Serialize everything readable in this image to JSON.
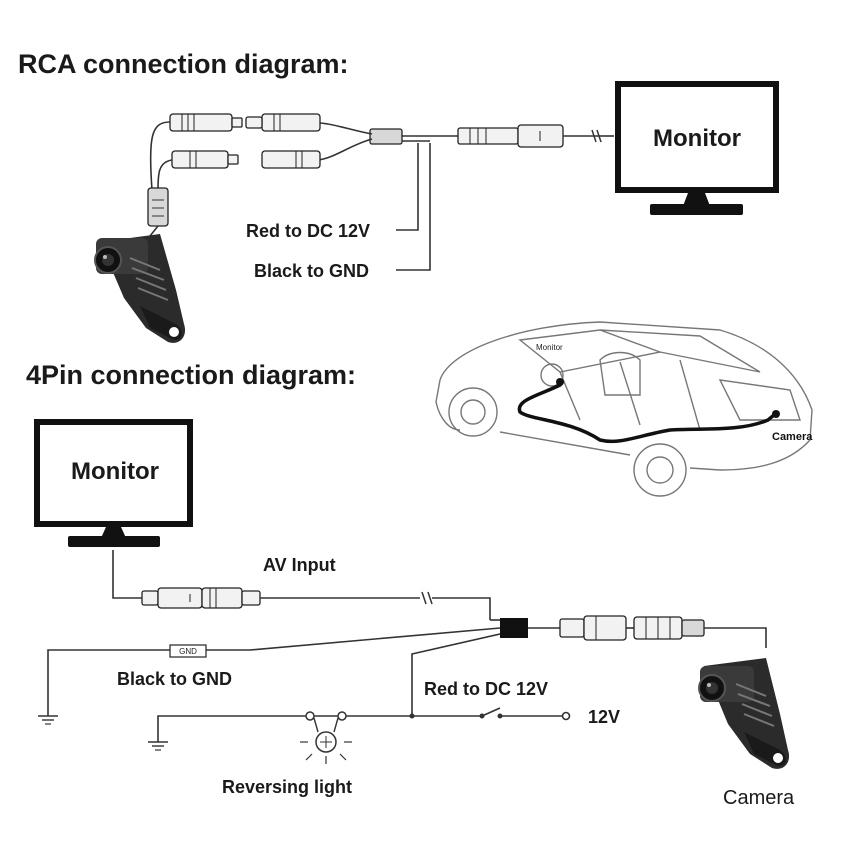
{
  "rca": {
    "title": "RCA  connection diagram:",
    "monitor_label": "Monitor",
    "red_label": "Red to DC 12V",
    "black_label": "Black to GND"
  },
  "car": {
    "monitor_label": "Monitor",
    "camera_label": "Camera"
  },
  "pin4": {
    "title": "4Pin connection diagram:",
    "monitor_label": "Monitor",
    "av_input_label": "AV Input",
    "gnd_tag": "GND",
    "black_label": "Black to GND",
    "red_label": "Red to DC 12V",
    "v12_label": "12V",
    "reversing_label": "Reversing light",
    "camera_label": "Camera"
  }
}
